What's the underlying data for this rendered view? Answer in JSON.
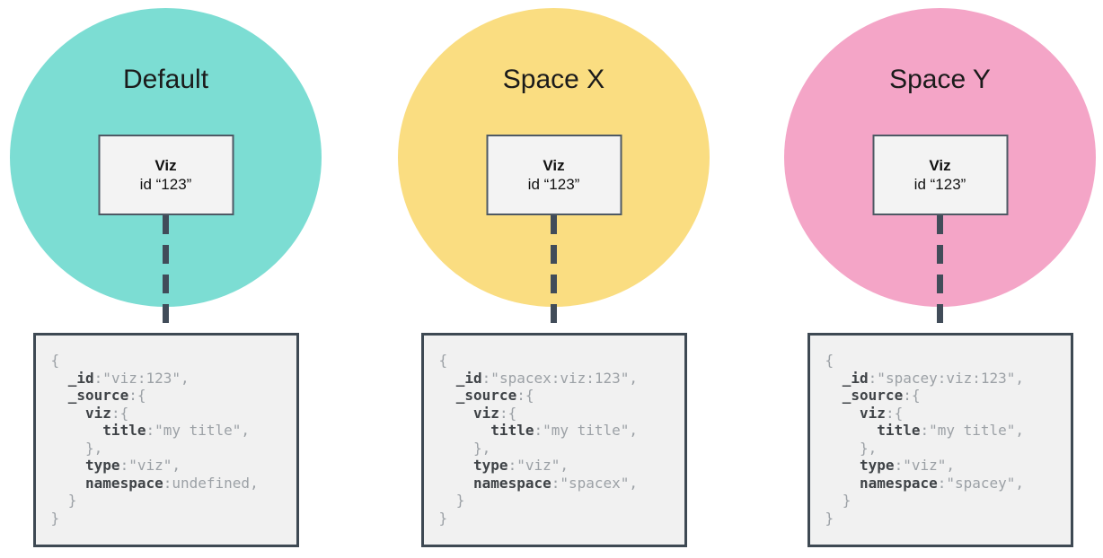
{
  "style": {
    "background_color": "#FFFFFF",
    "connector_color": "#414C59",
    "code_key_color": "#3F4347",
    "code_value_color": "#9CA1A6"
  },
  "columns": [
    {
      "id": "default",
      "title": "Default",
      "circle_color": "#7CDDD3",
      "viz_card": {
        "name": "Viz",
        "id_line": "id “123”"
      },
      "code_lines": [
        {
          "pre": "",
          "key": "",
          "rest": "{"
        },
        {
          "pre": "  ",
          "key": "_id",
          "rest": ":\"viz:123\","
        },
        {
          "pre": "  ",
          "key": "_source",
          "rest": ":{"
        },
        {
          "pre": "    ",
          "key": "viz",
          "rest": ":{"
        },
        {
          "pre": "      ",
          "key": "title",
          "rest": ":\"my title\","
        },
        {
          "pre": "    ",
          "key": "",
          "rest": "},"
        },
        {
          "pre": "    ",
          "key": "type",
          "rest": ":\"viz\","
        },
        {
          "pre": "    ",
          "key": "namespace",
          "rest": ":undefined,"
        },
        {
          "pre": "  ",
          "key": "",
          "rest": "}"
        },
        {
          "pre": "",
          "key": "",
          "rest": "}"
        }
      ]
    },
    {
      "id": "space-x",
      "title": "Space X",
      "circle_color": "#FADD81",
      "viz_card": {
        "name": "Viz",
        "id_line": "id “123”"
      },
      "code_lines": [
        {
          "pre": "",
          "key": "",
          "rest": "{"
        },
        {
          "pre": "  ",
          "key": "_id",
          "rest": ":\"spacex:viz:123\","
        },
        {
          "pre": "  ",
          "key": "_source",
          "rest": ":{"
        },
        {
          "pre": "    ",
          "key": "viz",
          "rest": ":{"
        },
        {
          "pre": "      ",
          "key": "title",
          "rest": ":\"my title\","
        },
        {
          "pre": "    ",
          "key": "",
          "rest": "},"
        },
        {
          "pre": "    ",
          "key": "type",
          "rest": ":\"viz\","
        },
        {
          "pre": "    ",
          "key": "namespace",
          "rest": ":\"spacex\","
        },
        {
          "pre": "  ",
          "key": "",
          "rest": "}"
        },
        {
          "pre": "",
          "key": "",
          "rest": "}"
        }
      ]
    },
    {
      "id": "space-y",
      "title": "Space Y",
      "circle_color": "#F4A5C7",
      "viz_card": {
        "name": "Viz",
        "id_line": "id “123”"
      },
      "code_lines": [
        {
          "pre": "",
          "key": "",
          "rest": "{"
        },
        {
          "pre": "  ",
          "key": "_id",
          "rest": ":\"spacey:viz:123\","
        },
        {
          "pre": "  ",
          "key": "_source",
          "rest": ":{"
        },
        {
          "pre": "    ",
          "key": "viz",
          "rest": ":{"
        },
        {
          "pre": "      ",
          "key": "title",
          "rest": ":\"my title\","
        },
        {
          "pre": "    ",
          "key": "",
          "rest": "},"
        },
        {
          "pre": "    ",
          "key": "type",
          "rest": ":\"viz\","
        },
        {
          "pre": "    ",
          "key": "namespace",
          "rest": ":\"spacey\","
        },
        {
          "pre": "  ",
          "key": "",
          "rest": "}"
        },
        {
          "pre": "",
          "key": "",
          "rest": "}"
        }
      ]
    }
  ]
}
